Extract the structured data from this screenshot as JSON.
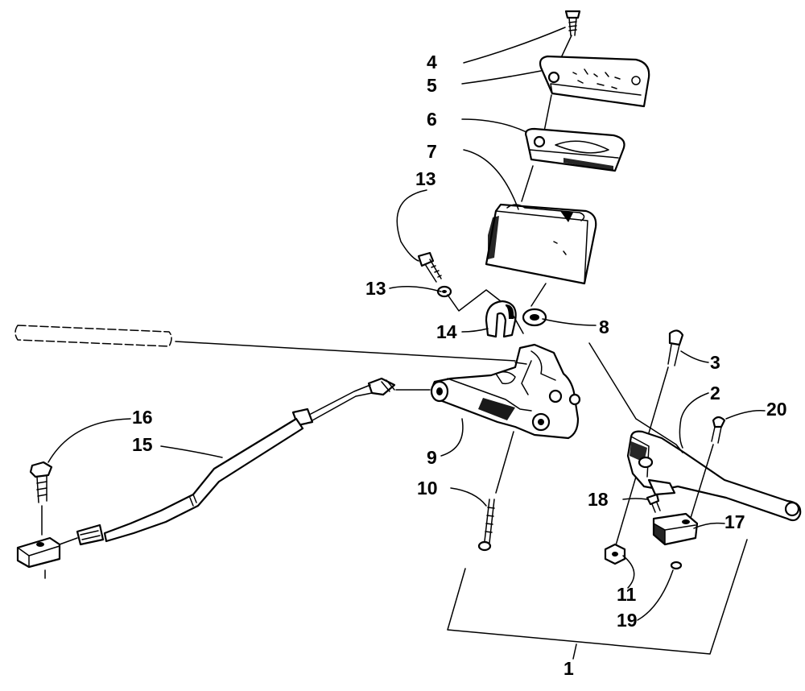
{
  "diagram": {
    "labels": [
      {
        "id": "label-1",
        "text": "1"
      },
      {
        "id": "label-2",
        "text": "2"
      },
      {
        "id": "label-3",
        "text": "3"
      },
      {
        "id": "label-4",
        "text": "4"
      },
      {
        "id": "label-5",
        "text": "5"
      },
      {
        "id": "label-6",
        "text": "6"
      },
      {
        "id": "label-7",
        "text": "7"
      },
      {
        "id": "label-8",
        "text": "8"
      },
      {
        "id": "label-9",
        "text": "9"
      },
      {
        "id": "label-10",
        "text": "10"
      },
      {
        "id": "label-11",
        "text": "11"
      },
      {
        "id": "label-13a",
        "text": "13"
      },
      {
        "id": "label-13b",
        "text": "13"
      },
      {
        "id": "label-14",
        "text": "14"
      },
      {
        "id": "label-15",
        "text": "15"
      },
      {
        "id": "label-16",
        "text": "16"
      },
      {
        "id": "label-17",
        "text": "17"
      },
      {
        "id": "label-18",
        "text": "18"
      },
      {
        "id": "label-19",
        "text": "19"
      },
      {
        "id": "label-20",
        "text": "20"
      }
    ]
  }
}
